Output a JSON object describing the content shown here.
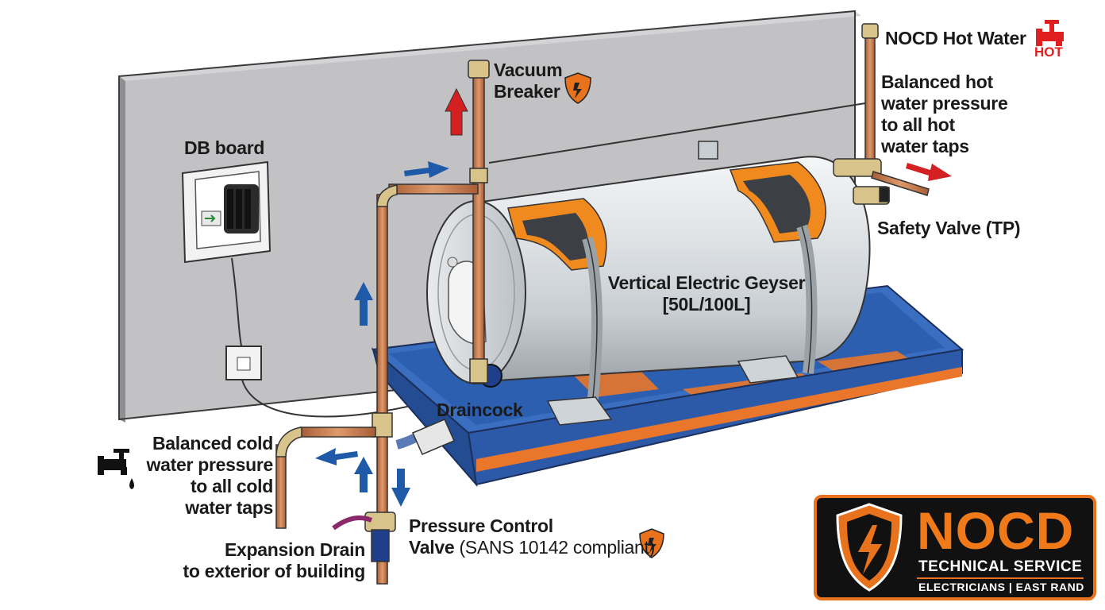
{
  "labels": {
    "db_board": "DB board",
    "vacuum_breaker": [
      "Vacuum",
      "Breaker"
    ],
    "nocd_hot_water": "NOCD Hot Water",
    "hot": "HOT",
    "balanced_hot": [
      "Balanced hot",
      "water pressure",
      "to all hot",
      "water taps"
    ],
    "safety_valve": "Safety Valve (TP)",
    "geyser": [
      "Vertical Electric Geyser",
      "[50L/100L]"
    ],
    "draincock": "Draincock",
    "balanced_cold": [
      "Balanced cold",
      "water pressure",
      "to all cold",
      "water taps"
    ],
    "pressure_control_bold_1": "Pressure Control",
    "pressure_control_bold_2": "Valve",
    "pressure_control_note": "(SANS 10142 compliant)",
    "expansion_drain": [
      "Expansion Drain",
      "to exterior of building"
    ]
  },
  "logo": {
    "brand": "NOCD",
    "line1": "TECHNICAL SERVICE",
    "line2": "ELECTRICIANS | EAST RAND"
  },
  "colors": {
    "wall": "#bcbcbf",
    "wall_edge": "#8f8f94",
    "copper": "#c77a4a",
    "brass": "#d8c48a",
    "tank": "#d4d8dc",
    "insulation": "#f08a1e",
    "drip_tray_blue": "#2f62b5",
    "drip_tray_orange": "#e9762a",
    "arrow_blue": "#1f5aa8",
    "arrow_red": "#d42020",
    "logo_orange": "#e8731c"
  },
  "icons": [
    "cold-tap-icon",
    "hot-tap-icon",
    "nocd-shield-icon",
    "lightning-icon",
    "arrow-icon"
  ]
}
